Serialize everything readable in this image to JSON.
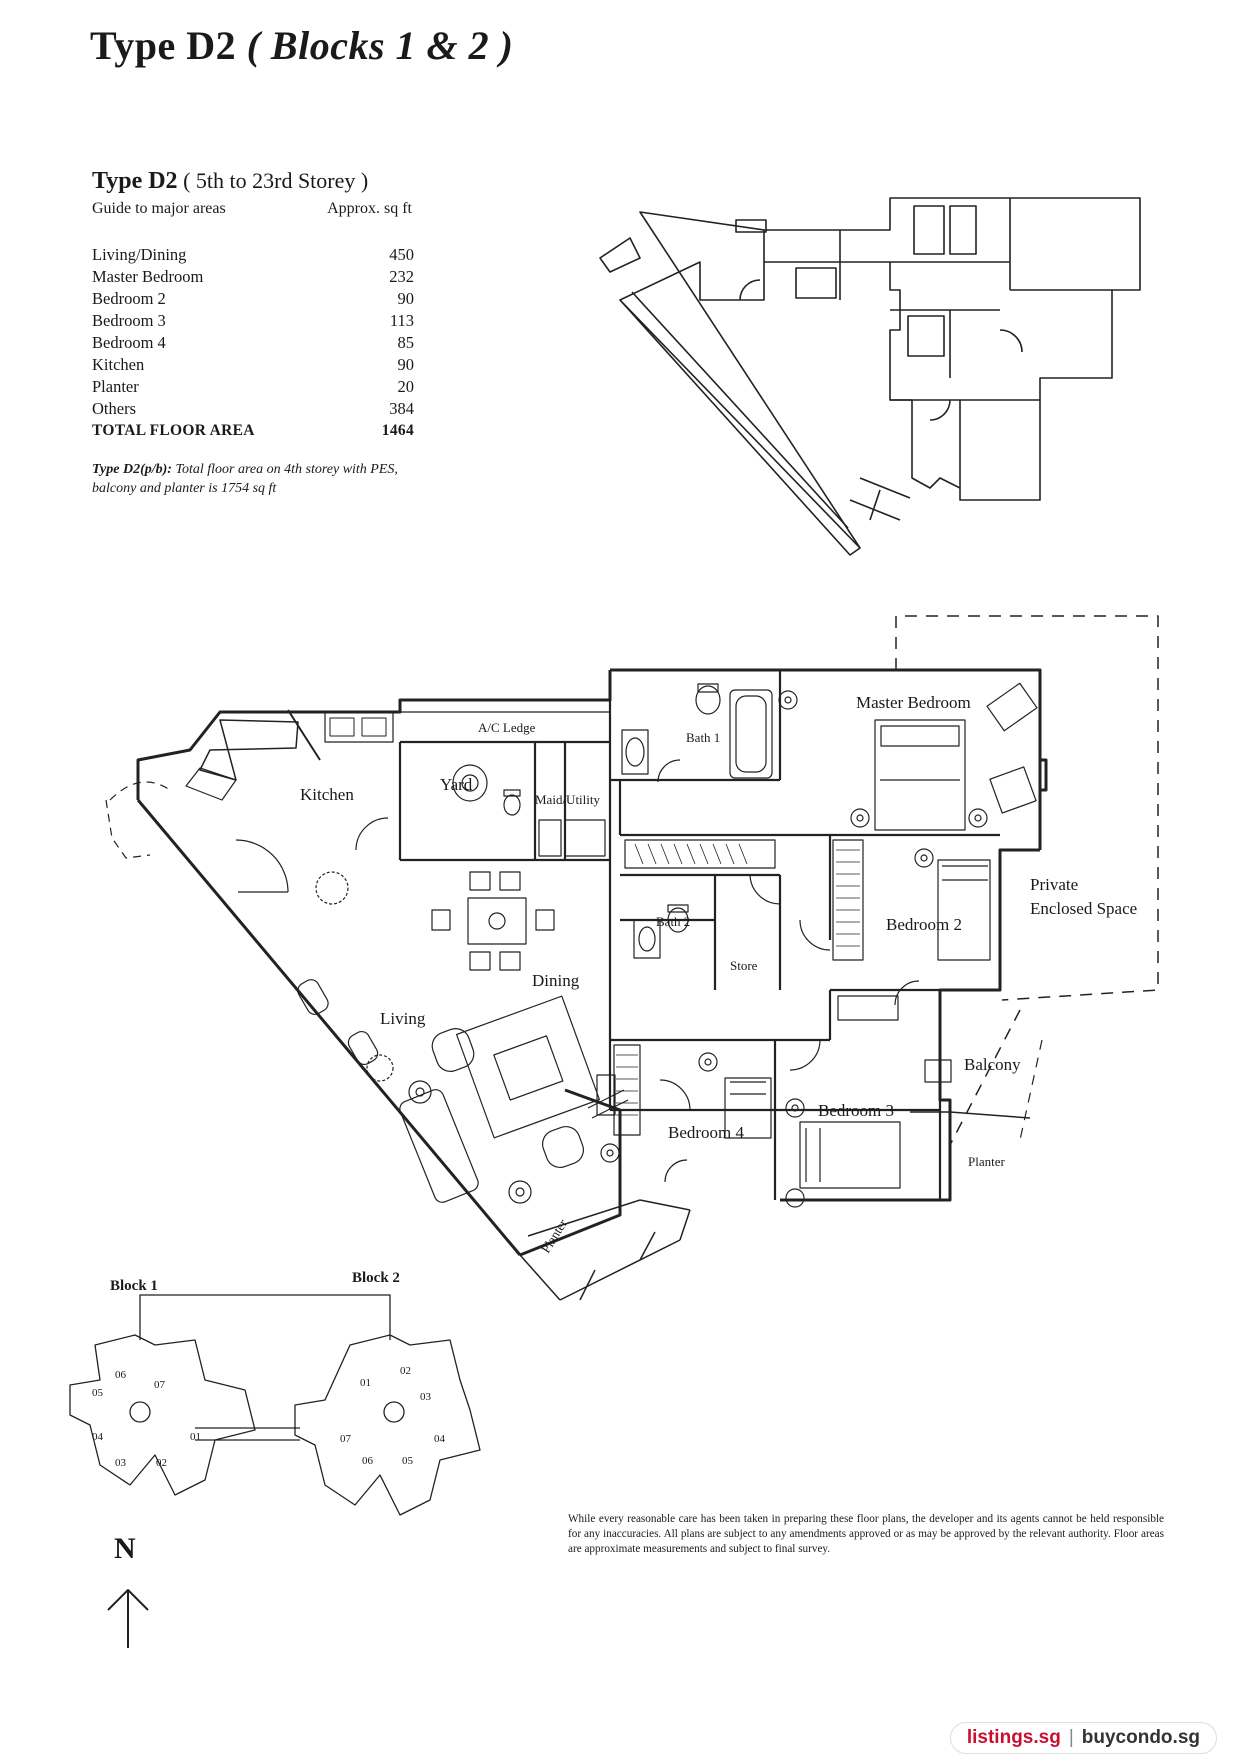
{
  "title": {
    "type": "Type D2",
    "blocks": "( Blocks 1 & 2 )"
  },
  "subtitle": {
    "type": "Type D2",
    "storey": "( 5th to 23rd Storey )"
  },
  "guide": {
    "left": "Guide to major areas",
    "right": "Approx. sq  ft"
  },
  "areas": [
    {
      "name": "Living/Dining",
      "value": "450"
    },
    {
      "name": "Master Bedroom",
      "value": "232"
    },
    {
      "name": "Bedroom 2",
      "value": "90"
    },
    {
      "name": "Bedroom 3",
      "value": "113"
    },
    {
      "name": "Bedroom 4",
      "value": "85"
    },
    {
      "name": "Kitchen",
      "value": "90"
    },
    {
      "name": "Planter",
      "value": "20"
    },
    {
      "name": "Others",
      "value": "384"
    }
  ],
  "total": {
    "name": "TOTAL FLOOR AREA",
    "value": "1464"
  },
  "note": {
    "label": "Type D2(p/b):",
    "text": " Total floor area on 4th storey with PES, balcony and planter is 1754 sq ft"
  },
  "rooms": {
    "master_bedroom": "Master Bedroom",
    "bath1": "Bath 1",
    "ac_ledge": "A/C Ledge",
    "yard": "Yard",
    "maid_utility": "Maid/Utility",
    "kitchen": "Kitchen",
    "bath2": "Bath 2",
    "store": "Store",
    "bedroom2": "Bedroom 2",
    "pes_line1": "Private",
    "pes_line2": "Enclosed Space",
    "dining": "Dining",
    "living": "Living",
    "balcony": "Balcony",
    "bedroom3": "Bedroom 3",
    "bedroom4": "Bedroom 4",
    "planter": "Planter",
    "planter2": "Planter"
  },
  "key_plan": {
    "block1": "Block 1",
    "block2": "Block 2",
    "b1_units": [
      "06",
      "07",
      "05",
      "04",
      "01",
      "03",
      "02"
    ],
    "b2_units": [
      "02",
      "01",
      "03",
      "07",
      "04",
      "06",
      "05"
    ]
  },
  "north": "N",
  "disclaimer": "While every reasonable care has been taken in preparing these floor plans, the developer and its agents cannot be held responsible for any inaccuracies. All plans are subject to any amendments approved or as may be approved by the relevant authority. Floor areas are approximate measurements and subject to final survey.",
  "footer": {
    "site_a": "listings.sg",
    "separator": "|",
    "site_b": "buycondo.sg"
  }
}
